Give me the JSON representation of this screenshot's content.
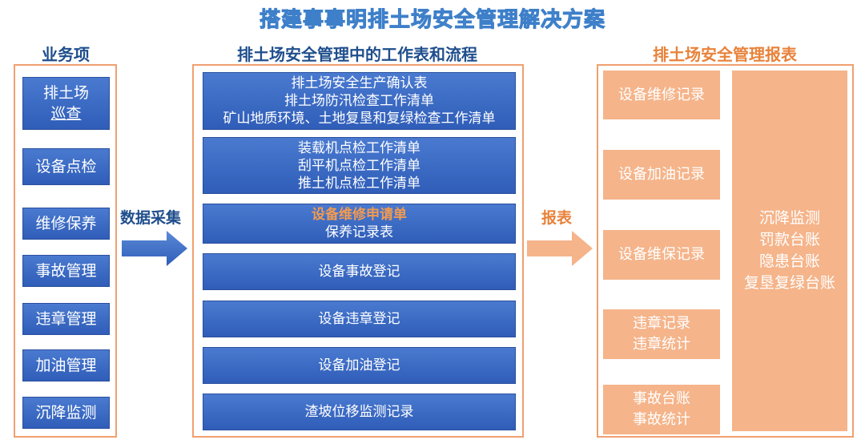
{
  "title": "搭建事事明排土场安全管理解决方案",
  "headings": {
    "left": "业务项",
    "middle": "排土场安全管理中的工作表和流程",
    "right": "排土场安全管理报表"
  },
  "business_items": [
    [
      "排土场",
      "巡查"
    ],
    [
      "设备点检"
    ],
    [
      "维修保养"
    ],
    [
      "事故管理"
    ],
    [
      "违章管理"
    ],
    [
      "加油管理"
    ],
    [
      "沉降监测"
    ]
  ],
  "flow_labels": {
    "left": "数据采集",
    "right": "报表"
  },
  "worksheets": [
    [
      "排土场安全生产确认表",
      "排土场防汛检查工作清单",
      "矿山地质环境、土地复垦和复绿检查工作清单"
    ],
    [
      "装载机点检工作清单",
      "刮平机点检工作清单",
      "推土机点检工作清单"
    ],
    [
      "设备维修申请单",
      "保养记录表"
    ],
    [
      "设备事故登记"
    ],
    [
      "设备违章登记"
    ],
    [
      "设备加油登记"
    ],
    [
      "渣坡位移监测记录"
    ]
  ],
  "reports_left": [
    [
      "设备维修记录"
    ],
    [
      "设备加油记录"
    ],
    [
      "设备维保记录"
    ],
    [
      "违章记录",
      "违章统计"
    ],
    [
      "事故台账",
      "事故统计"
    ]
  ],
  "reports_big": [
    "沉降监测",
    "罚款台账",
    "隐患台账",
    "复垦复绿台账"
  ],
  "colors": {
    "blue_box": "#3a67c2",
    "orange_box": "#f5b48a",
    "orange_border": "#f0a070",
    "highlight": "#f39a4f",
    "heading_blue": "#1f4e8c",
    "heading_orange": "#e8823a"
  }
}
